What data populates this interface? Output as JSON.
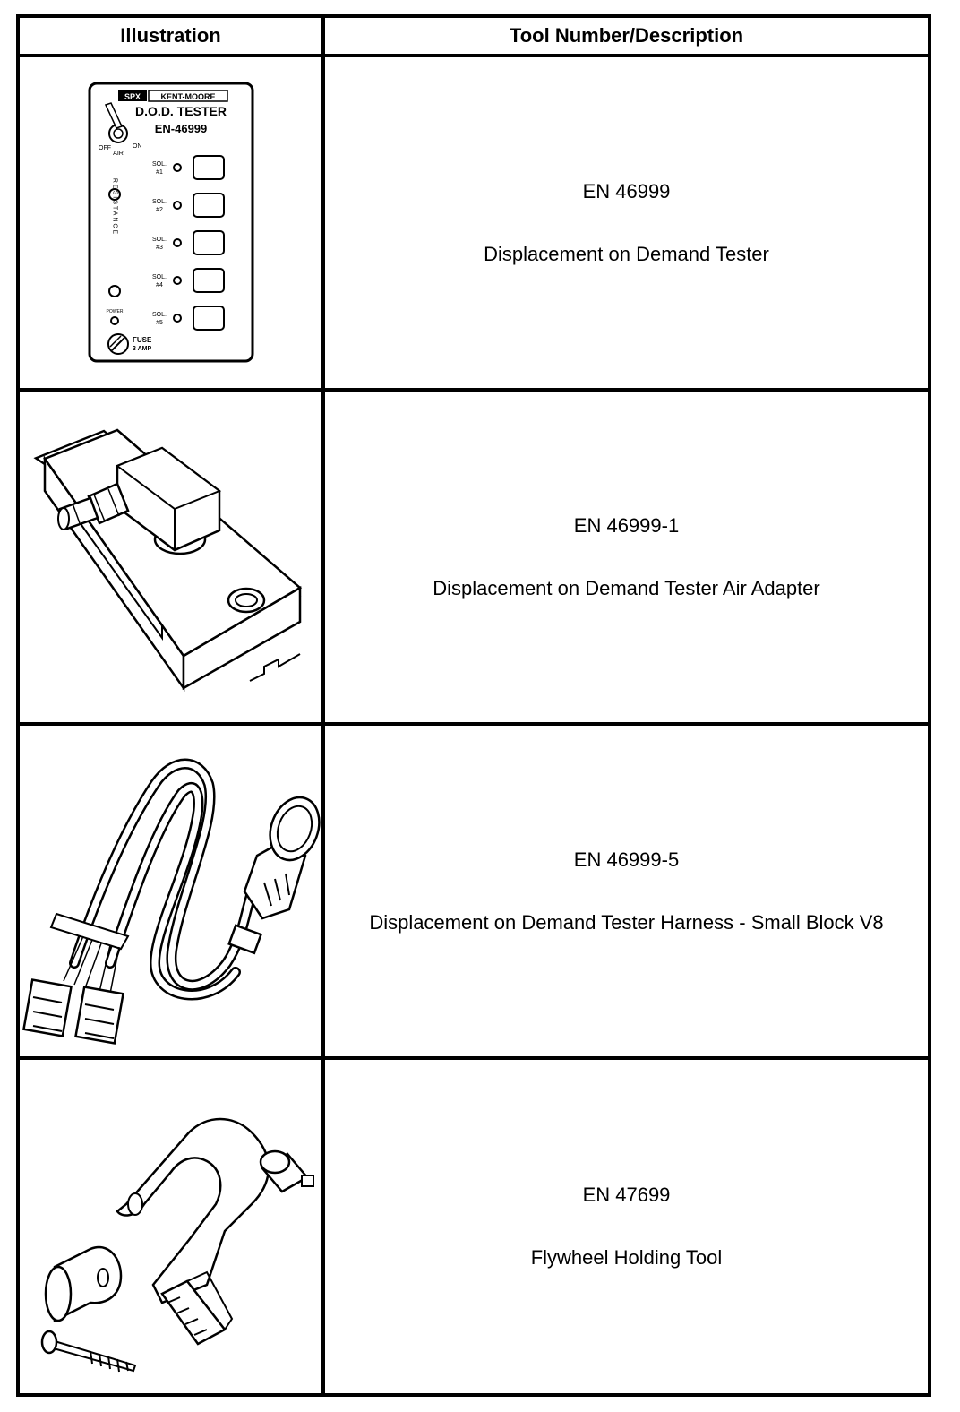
{
  "header": {
    "illustration": "Illustration",
    "tool": "Tool Number/Description"
  },
  "rows": [
    {
      "number": "EN 46999",
      "description": "Displacement on Demand Tester",
      "illustration": {
        "icon": "dod-tester-icon",
        "labels": {
          "brand1": "SPX",
          "brand2": "KENT-MOORE",
          "title": "D.O.D. TESTER",
          "model": "EN-46999",
          "off": "OFF",
          "air": "AIR",
          "on": "ON",
          "sol1": "SOL.",
          "sol1b": "#1",
          "sol2": "SOL.",
          "sol2b": "#2",
          "sol3": "SOL.",
          "sol3b": "#3",
          "sol4": "SOL.",
          "sol4b": "#4",
          "sol5": "SOL.",
          "sol5b": "#5",
          "resistance": "RESISTANCE",
          "power": "POWER",
          "fuse": "FUSE",
          "amp": "3 AMP"
        }
      }
    },
    {
      "number": "EN 46999-1",
      "description": "Displacement on Demand Tester Air Adapter",
      "illustration": {
        "icon": "air-adapter-icon"
      }
    },
    {
      "number": "EN 46999-5",
      "description": "Displacement on Demand Tester Harness - Small Block V8",
      "illustration": {
        "icon": "harness-icon"
      }
    },
    {
      "number": "EN 47699",
      "description": "Flywheel Holding Tool",
      "illustration": {
        "icon": "flywheel-holding-tool-icon"
      }
    }
  ]
}
